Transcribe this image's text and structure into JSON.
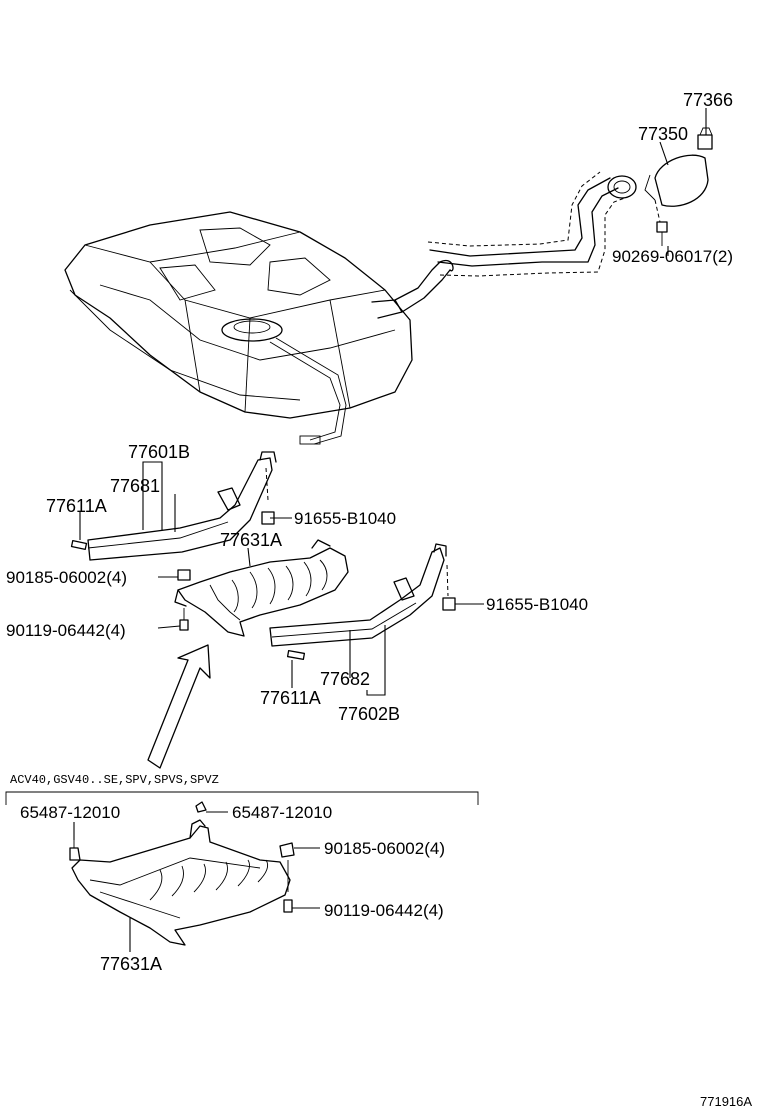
{
  "callouts": {
    "p77366": "77366",
    "p77350": "77350",
    "p90269": "90269-06017(2)",
    "p77601b": "77601B",
    "p77681": "77681",
    "p77611a_top": "77611A",
    "p91655_top": "91655-B1040",
    "p77631a_top": "77631A",
    "p90185_top": "90185-06002(4)",
    "p90119_top": "90119-06442(4)",
    "p91655_right": "91655-B1040",
    "p77682": "77682",
    "p77611a_bottom": "77611A",
    "p77602b": "77602B",
    "p65487_left": "65487-12010",
    "p65487_right": "65487-12010",
    "p90185_bottom": "90185-06002(4)",
    "p90119_bottom": "90119-06442(4)",
    "p77631a_bottom": "77631A"
  },
  "variant_note": "ACV40,GSV40..SE,SPV,SPVS,SPVZ",
  "diagram_id": "771916A"
}
